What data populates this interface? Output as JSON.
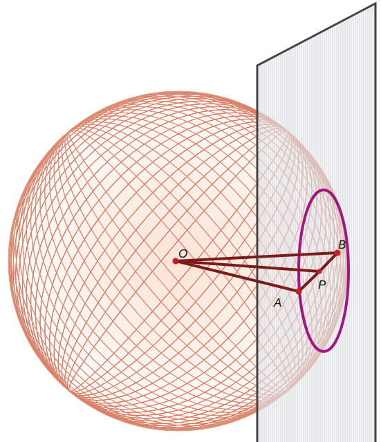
{
  "diagram": {
    "labels": [
      "O",
      "A",
      "B",
      "P"
    ]
  }
}
